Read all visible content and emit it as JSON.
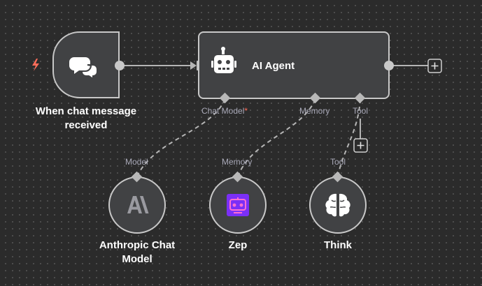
{
  "trigger": {
    "label": "When chat message received",
    "icon": "chat-bubbles-icon",
    "badge_icon": "lightning-icon",
    "badge_color": "#ff6d5a"
  },
  "agent": {
    "label": "AI Agent",
    "icon": "robot-icon",
    "ports": {
      "chat_model": "Chat Model",
      "chat_model_required": "*",
      "memory": "Memory",
      "tool": "Tool"
    }
  },
  "sub_nodes": [
    {
      "label": "Anthropic Chat Model",
      "port": "Model",
      "icon": "anthropic-logo-icon"
    },
    {
      "label": "Zep",
      "port": "Memory",
      "icon": "zep-logo-icon",
      "icon_color": "#7b2ff7"
    },
    {
      "label": "Think",
      "port": "Tool",
      "icon": "brain-icon"
    }
  ],
  "colors": {
    "canvas": "#2b2b2b",
    "node_fill": "#414244",
    "node_border": "#c8c8c8",
    "edge": "#b5b5b5",
    "accent": "#ff6d5a"
  }
}
